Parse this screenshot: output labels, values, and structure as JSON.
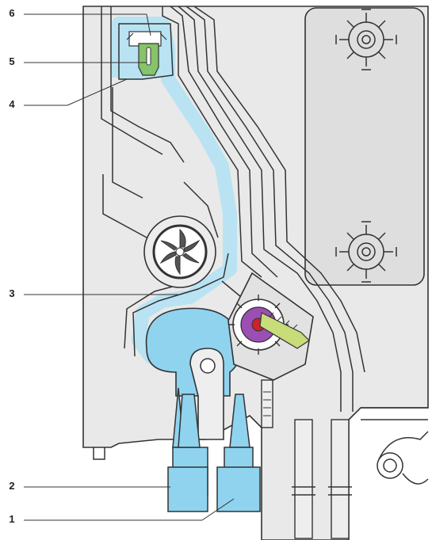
{
  "callouts": [
    {
      "id": "1",
      "label": "1"
    },
    {
      "id": "2",
      "label": "2"
    },
    {
      "id": "3",
      "label": "3"
    },
    {
      "id": "4",
      "label": "4"
    },
    {
      "id": "5",
      "label": "5"
    },
    {
      "id": "6",
      "label": "6"
    }
  ],
  "colors": {
    "water": "#b9e3f2",
    "pump": "#8fd3ef",
    "outline": "#333333",
    "housing": "#e9e9e9",
    "panel": "#dedede",
    "sensor": "#86c46a",
    "valve": "#9b4fb3",
    "valve_center": "#d0202a",
    "spring": "#c8dc7a"
  }
}
